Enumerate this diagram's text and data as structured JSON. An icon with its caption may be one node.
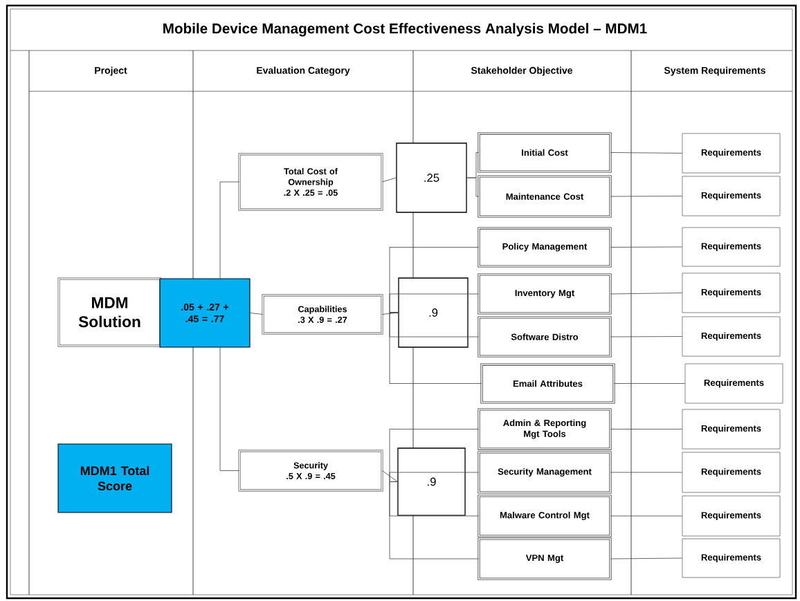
{
  "diagram": {
    "title": "Mobile Device Management Cost Effectiveness Analysis Model – MDM1",
    "nodes": [
      {
        "text": [
          "MDM Solution"
        ]
      },
      {
        "text": [
          ".05 + .27 + .45 = .77"
        ]
      },
      {
        "text": [
          "Total Cost of Ownership",
          ".2 X .25 = .05"
        ]
      },
      {
        "text": [
          "Capabilities",
          ".3 X .9 = .27"
        ]
      },
      {
        "text": [
          "Security",
          ".5 X .9 = .45"
        ]
      },
      {
        "text": [
          ".25"
        ]
      },
      {
        "text": [
          ".9"
        ]
      },
      {
        "text": [
          ".9"
        ]
      },
      {
        "text": [
          "Initial Cost"
        ]
      },
      {
        "text": [
          "Maintenance Cost"
        ]
      },
      {
        "text": [
          "Policy Management"
        ]
      },
      {
        "text": [
          "Inventory Mgt"
        ]
      },
      {
        "text": [
          "Software Distro"
        ]
      },
      {
        "text": [
          "Email Attributes"
        ]
      },
      {
        "text": [
          "Admin & Reporting Mgt Tools"
        ]
      },
      {
        "text": [
          "Security Management"
        ]
      },
      {
        "text": [
          "Malware Control Mgt"
        ]
      },
      {
        "text": [
          "VPN Mgt"
        ]
      },
      {
        "text": [
          "Requirements"
        ]
      },
      {
        "text": [
          "Requirements"
        ]
      },
      {
        "text": [
          "Requirements"
        ]
      },
      {
        "text": [
          "Requirements"
        ]
      },
      {
        "text": [
          "Requirements"
        ]
      },
      {
        "text": [
          "Requirements"
        ]
      },
      {
        "text": [
          "Requirements"
        ]
      },
      {
        "text": [
          "Requirements"
        ]
      },
      {
        "text": [
          "Requirements"
        ]
      },
      {
        "text": [
          "Requirements"
        ]
      },
      {
        "text": [
          "MDM1 Total Score"
        ]
      }
    ],
    "edges": [
      {
        "from": 1,
        "to": 2,
        "arrow": "none"
      },
      {
        "from": 1,
        "to": 3,
        "arrow": "none"
      },
      {
        "from": 1,
        "to": 4,
        "arrow": "none"
      },
      {
        "from": 2,
        "to": 5,
        "arrow": "none"
      },
      {
        "from": 3,
        "to": 6,
        "arrow": "none"
      },
      {
        "from": 4,
        "to": 7,
        "arrow": "none"
      },
      {
        "from": 5,
        "to": 8,
        "arrow": "none"
      },
      {
        "from": 5,
        "to": 9,
        "arrow": "none"
      },
      {
        "from": 6,
        "to": 10,
        "arrow": "none"
      },
      {
        "from": 6,
        "to": 11,
        "arrow": "none"
      },
      {
        "from": 6,
        "to": 12,
        "arrow": "none"
      },
      {
        "from": 6,
        "to": 13,
        "arrow": "none"
      },
      {
        "from": 7,
        "to": 14,
        "arrow": "none"
      },
      {
        "from": 7,
        "to": 15,
        "arrow": "none"
      },
      {
        "from": 7,
        "to": 16,
        "arrow": "none"
      },
      {
        "from": 7,
        "to": 17,
        "arrow": "none"
      },
      {
        "from": 8,
        "to": 18,
        "arrow": "none"
      },
      {
        "from": 9,
        "to": 19,
        "arrow": "none"
      },
      {
        "from": 10,
        "to": 20,
        "arrow": "none"
      },
      {
        "from": 11,
        "to": 21,
        "arrow": "none"
      },
      {
        "from": 12,
        "to": 22,
        "arrow": "none"
      },
      {
        "from": 13,
        "to": 23,
        "arrow": "none"
      },
      {
        "from": 14,
        "to": 24,
        "arrow": "none"
      },
      {
        "from": 15,
        "to": 25,
        "arrow": "none"
      },
      {
        "from": 16,
        "to": 26,
        "arrow": "none"
      },
      {
        "from": 17,
        "to": 27,
        "arrow": "none"
      }
    ],
    "labels": [
      "Project",
      "Evaluation Category",
      "Stakeholder Objective",
      "System Requirements"
    ]
  }
}
